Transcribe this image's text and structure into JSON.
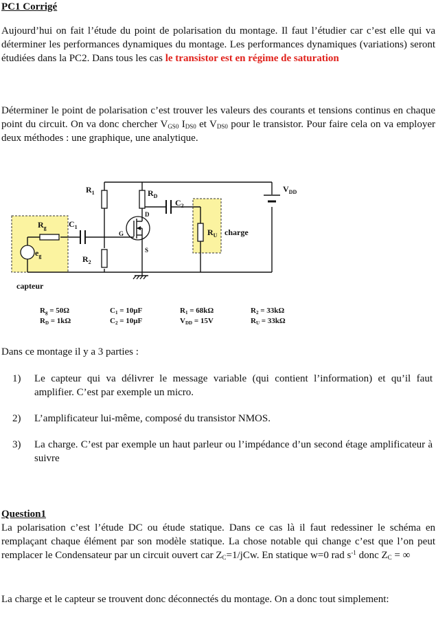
{
  "title": "PC1 Corrigé",
  "para1": {
    "text": "Aujourd’hui on fait l’étude du point de polarisation du montage. Il faut l’étudier car c’est elle qui va déterminer les performances dynamiques du montage. Les performances dynamiques (variations) seront étudiées dans la PC2. Dans tous les cas ",
    "highlight": "le transistor est en régime de saturation"
  },
  "para2": {
    "part1": "Déterminer le point de polarisation c’est trouver les valeurs des courants et tensions continus en chaque point du circuit. On va donc chercher V",
    "sub1": "GS0",
    "part2": " I",
    "sub2": "DS0",
    "part3": " et V",
    "sub3": "DS0",
    "part4": " pour le transistor. Pour faire cela on va employer deux méthodes : une graphique, une analytique."
  },
  "circuit": {
    "labels": {
      "r1": "R",
      "r1_sub": "1",
      "rd": "R",
      "rd_sub": "D",
      "c2": "C",
      "c2_sub": "2",
      "vdd": "V",
      "vdd_sub": "DD",
      "rg": "R",
      "rg_sub": "g",
      "c1": "C",
      "c1_sub": "1",
      "d": "D",
      "g": "G",
      "s": "S",
      "ru": "R",
      "ru_sub": "U",
      "charge": "charge",
      "r2": "R",
      "r2_sub": "2",
      "eg": "e",
      "eg_sub": "g",
      "capteur": "capteur"
    },
    "values": [
      [
        "R",
        "g",
        " = 50Ω",
        "C",
        "1",
        " = 10µF",
        "R",
        "1",
        " = 68kΩ",
        "R",
        "2",
        " = 33kΩ"
      ],
      [
        "R",
        "D",
        " = 1kΩ",
        "C",
        "2",
        " = 10µF",
        "V",
        "DD",
        " = 15V",
        "R",
        "U",
        " = 33kΩ"
      ]
    ],
    "highlight_color": "#fbf3a0"
  },
  "intro_list": "Dans ce montage il y a 3 parties :",
  "list": [
    {
      "num": "1)",
      "text": "Le capteur qui va délivrer le message variable (qui contient l’information) et qu’il faut amplifier. C’est par exemple un micro."
    },
    {
      "num": "2)",
      "text": "L’amplificateur lui-même, composé du transistor NMOS."
    },
    {
      "num": "3)",
      "text": "La charge. C’est par exemple un haut parleur ou l’impédance d’un second étage amplificateur à suivre"
    }
  ],
  "question1": {
    "title": "Question1",
    "p1_a": "La polarisation c’est l’étude DC ou étude statique. Dans ce cas là il faut redessiner le schéma en remplaçant chaque élément par son  modèle statique. La chose notable qui change c’est que l’on peut remplacer le Condensateur par un circuit ouvert car Z",
    "p1_sub1": "C",
    "p1_b": "=1/jCw. En statique w=0 rad s",
    "p1_sup": "-1",
    "p1_c": " donc Z",
    "p1_sub2": "C",
    "p1_d": " = ∞",
    "p2": "La charge et le capteur se trouvent donc déconnectés du montage. On a donc tout simplement:"
  }
}
